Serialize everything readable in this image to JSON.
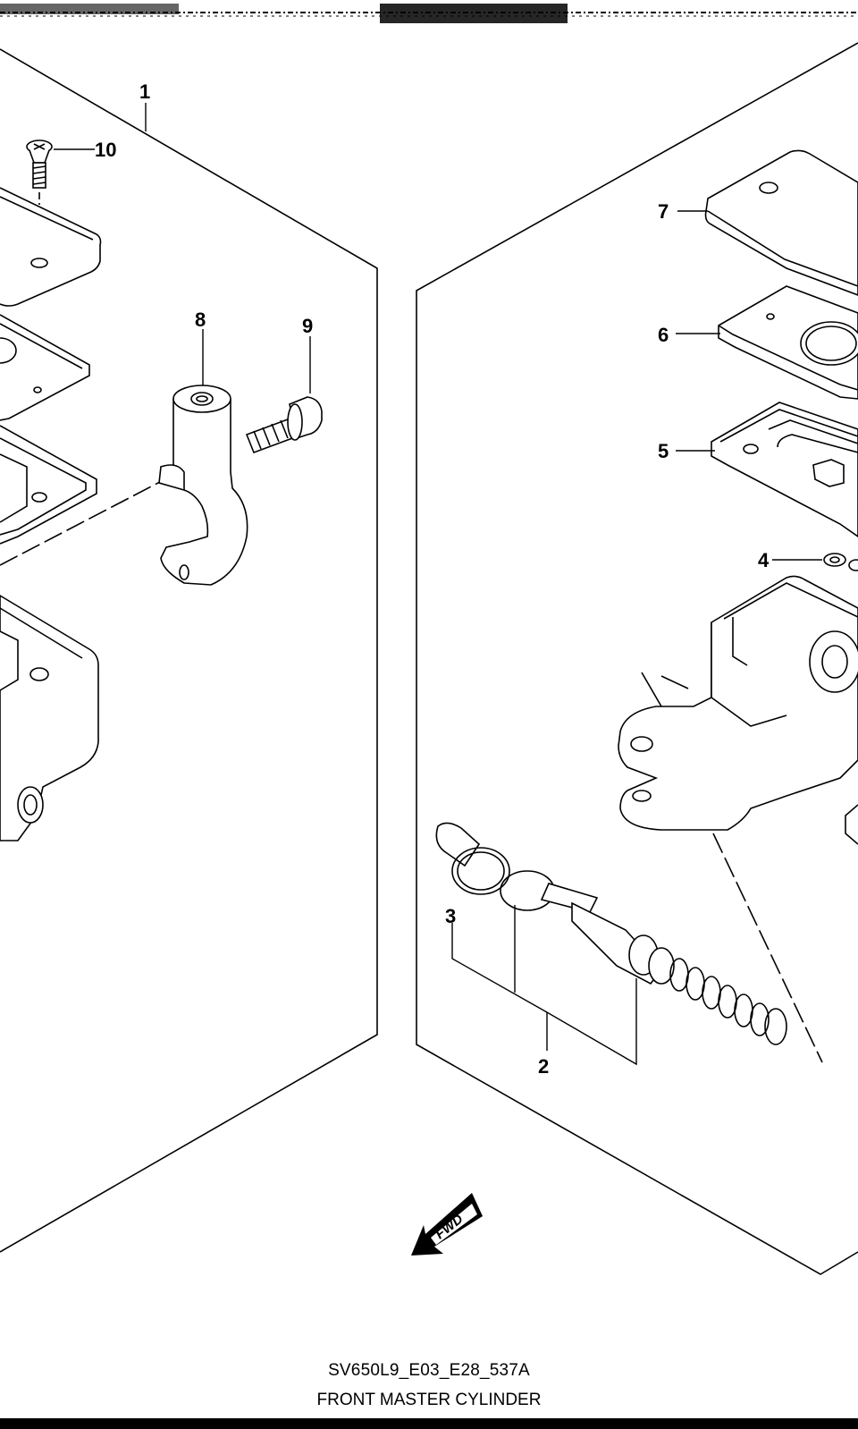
{
  "diagram": {
    "callouts": [
      "1",
      "2",
      "3",
      "4",
      "5",
      "6",
      "7",
      "8",
      "9",
      "10"
    ],
    "fwd_label": "FWD"
  },
  "title_block": {
    "code": "SV650L9_E03_E28_537A",
    "name": "FRONT MASTER CYLINDER"
  }
}
